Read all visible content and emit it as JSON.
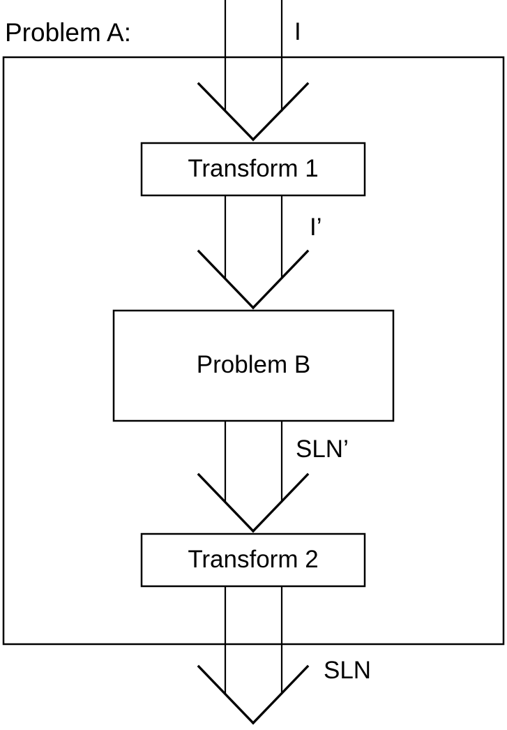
{
  "diagram": {
    "type": "flow-diagram",
    "title": "Problem A:",
    "outer_container_label": "Problem A:",
    "background_color": "#ffffff",
    "line_color": "#000000",
    "boxes": [
      {
        "id": "transform-1",
        "label": "Transform 1"
      },
      {
        "id": "problem-b",
        "label": "Problem B"
      },
      {
        "id": "transform-2",
        "label": "Transform 2"
      }
    ],
    "edge_labels": [
      {
        "id": "input",
        "label": "I"
      },
      {
        "id": "input-prime",
        "label": "I’"
      },
      {
        "id": "solution-prime",
        "label": "SLN’"
      },
      {
        "id": "solution",
        "label": "SLN"
      }
    ],
    "flow_sequence": [
      "I",
      "Transform 1",
      "I’",
      "Problem B",
      "SLN’",
      "Transform 2",
      "SLN"
    ]
  }
}
